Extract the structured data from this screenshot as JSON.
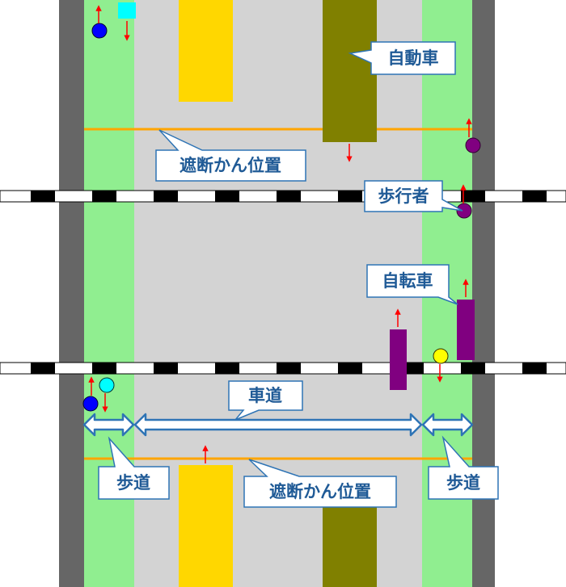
{
  "labels": {
    "car": "自動車",
    "barrier_top": "遮断かん位置",
    "pedestrian": "歩行者",
    "bicycle": "自転車",
    "roadway": "車道",
    "sidewalk_left": "歩道",
    "barrier_bottom": "遮断かん位置",
    "sidewalk_right": "歩道"
  },
  "colors": {
    "road_edge": "#666666",
    "sidewalk": "#90ee90",
    "roadway": "#d3d3d3",
    "barrier": "#ffa500",
    "rail_dark": "#000000",
    "car_yellow": "#ffd700",
    "car_olive": "#808000",
    "bicycle": "#800080",
    "pedestrian_blue": "#0000ff",
    "pedestrian_cyan": "#00ffff",
    "pedestrian_purple": "#800080",
    "pedestrian_yellow": "#ffff00",
    "arrow": "#ff0000",
    "label_text": "#1f5a96"
  },
  "icons": [
    "direction-arrow-icon",
    "width-dimension-arrow-icon"
  ]
}
